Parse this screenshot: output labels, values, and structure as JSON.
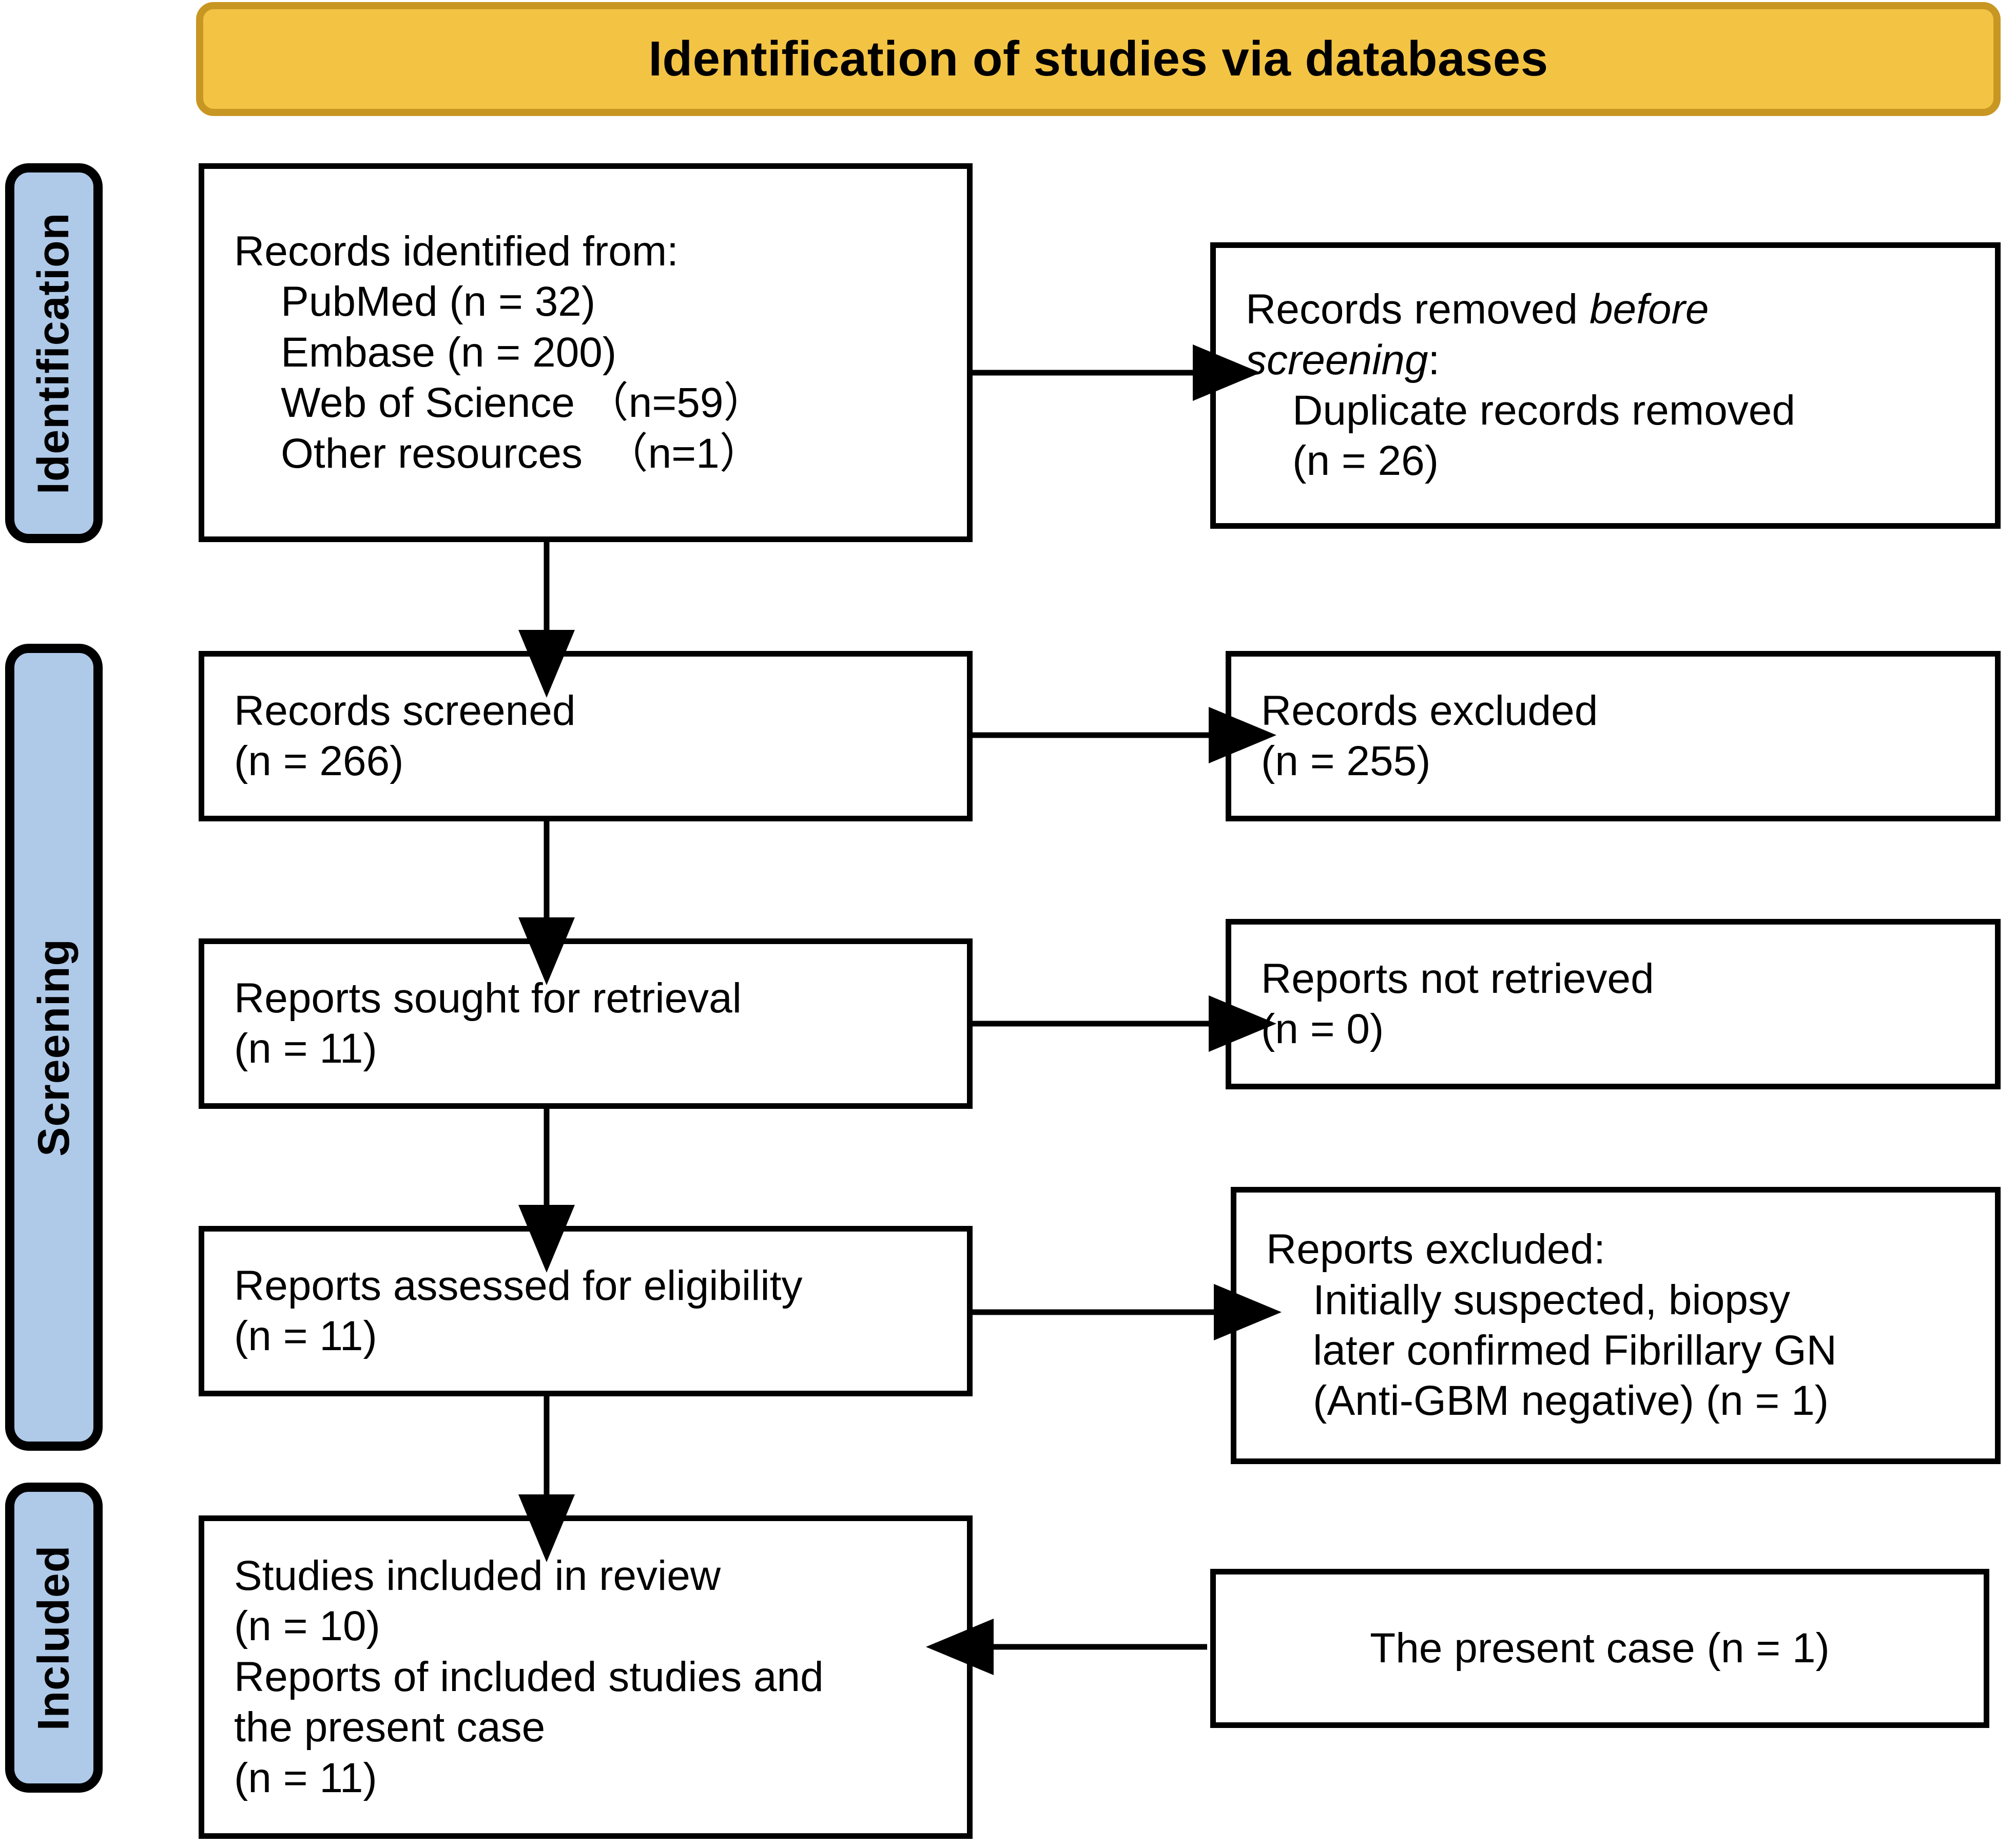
{
  "banner": {
    "title": "Identification of studies via databases",
    "fill_color": "#F3C344",
    "border_color": "#C89622"
  },
  "stages": [
    {
      "id": "identification",
      "label": "Identification",
      "fill_color": "#AFC9E8"
    },
    {
      "id": "screening",
      "label": "Screening",
      "fill_color": "#AFC9E8"
    },
    {
      "id": "included",
      "label": "Included",
      "fill_color": "#AFC9E8"
    }
  ],
  "boxes": {
    "records_identified": {
      "name": "Records identified from",
      "lines": [
        "Records identified from:",
        "    PubMed (n = 32)",
        "    Embase (n = 200)",
        "    Web of Science （n=59）",
        "    Other resources  （n=1）"
      ]
    },
    "records_removed": {
      "name": "Records removed before screening",
      "line_plain_1": "Records removed ",
      "line_italic_1": "before",
      "line_italic_2": "screening",
      "line_plain_2": ":",
      "lines_rest": [
        "    Duplicate records removed",
        "    (n = 26)"
      ]
    },
    "records_screened": {
      "name": "Records screened",
      "lines": [
        "Records screened",
        "(n = 266)"
      ]
    },
    "records_excluded": {
      "name": "Records excluded",
      "lines": [
        "Records excluded",
        "(n = 255)"
      ]
    },
    "reports_sought": {
      "name": "Reports sought for retrieval",
      "lines": [
        "Reports sought for retrieval",
        "(n = 11)"
      ]
    },
    "reports_not_retrieved": {
      "name": "Reports not retrieved",
      "lines": [
        "Reports not retrieved",
        "(n = 0)"
      ]
    },
    "reports_assessed": {
      "name": "Reports assessed for eligibility",
      "lines": [
        "Reports assessed for eligibility",
        "(n = 11)"
      ]
    },
    "reports_excluded": {
      "name": "Reports excluded",
      "lines": [
        "Reports excluded:",
        "    Initially suspected, biopsy",
        "    later confirmed Fibrillary GN",
        "    (Anti-GBM negative) (n = 1)"
      ]
    },
    "studies_included": {
      "name": "Studies included in review",
      "lines": [
        "Studies included in review",
        "(n = 10)",
        "Reports of included studies and",
        "the present case",
        "(n = 11)"
      ]
    },
    "present_case": {
      "name": "The present case",
      "lines": [
        "The present case (n = 1)"
      ]
    }
  },
  "chart_data": {
    "type": "diagram",
    "title": "Identification of studies via databases",
    "diagram_kind": "PRISMA 2020 flow diagram",
    "stages": [
      "Identification",
      "Screening",
      "Included"
    ],
    "nodes": [
      {
        "id": "records_identified",
        "stage": "Identification",
        "column": "left",
        "label": "Records identified from:",
        "counts": {
          "PubMed": 32,
          "Embase": 200,
          "Web of Science": 59,
          "Other resources": 1
        }
      },
      {
        "id": "records_removed",
        "stage": "Identification",
        "column": "right",
        "label": "Records removed before screening: Duplicate records removed",
        "n": 26
      },
      {
        "id": "records_screened",
        "stage": "Screening",
        "column": "left",
        "label": "Records screened",
        "n": 266
      },
      {
        "id": "records_excluded",
        "stage": "Screening",
        "column": "right",
        "label": "Records excluded",
        "n": 255
      },
      {
        "id": "reports_sought",
        "stage": "Screening",
        "column": "left",
        "label": "Reports sought for retrieval",
        "n": 11
      },
      {
        "id": "reports_not_retrieved",
        "stage": "Screening",
        "column": "right",
        "label": "Reports not retrieved",
        "n": 0
      },
      {
        "id": "reports_assessed",
        "stage": "Screening",
        "column": "left",
        "label": "Reports assessed for eligibility",
        "n": 11
      },
      {
        "id": "reports_excluded",
        "stage": "Screening",
        "column": "right",
        "label": "Reports excluded: Initially suspected, biopsy later confirmed Fibrillary GN (Anti-GBM negative)",
        "n": 1
      },
      {
        "id": "studies_included",
        "stage": "Included",
        "column": "left",
        "label": "Studies included in review / Reports of included studies and the present case",
        "n_studies": 10,
        "n_reports": 11
      },
      {
        "id": "present_case",
        "stage": "Included",
        "column": "right",
        "label": "The present case",
        "n": 1
      }
    ],
    "edges": [
      {
        "from": "records_identified",
        "to": "records_removed",
        "direction": "right"
      },
      {
        "from": "records_identified",
        "to": "records_screened",
        "direction": "down"
      },
      {
        "from": "records_screened",
        "to": "records_excluded",
        "direction": "right"
      },
      {
        "from": "records_screened",
        "to": "reports_sought",
        "direction": "down"
      },
      {
        "from": "reports_sought",
        "to": "reports_not_retrieved",
        "direction": "right"
      },
      {
        "from": "reports_sought",
        "to": "reports_assessed",
        "direction": "down"
      },
      {
        "from": "reports_assessed",
        "to": "reports_excluded",
        "direction": "right"
      },
      {
        "from": "reports_assessed",
        "to": "studies_included",
        "direction": "down"
      },
      {
        "from": "present_case",
        "to": "studies_included",
        "direction": "left"
      }
    ]
  }
}
